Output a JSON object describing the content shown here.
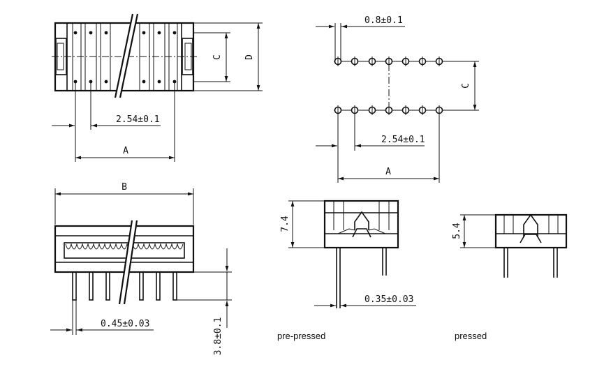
{
  "drawings": {
    "top_view": {
      "pitch_dim": "2.54±0.1",
      "row_dim": "C",
      "overall_dim": "D",
      "length_dim": "A"
    },
    "pin_layout": {
      "pin_dim": "0.8±0.1",
      "row_dim": "C",
      "pitch_dim": "2.54±0.1",
      "length_dim": "A"
    },
    "side_view": {
      "width_dim": "B",
      "lead_dim": "0.45±0.03",
      "height_dim": "3.8±0.1"
    },
    "pre_pressed": {
      "height_dim": "7.4",
      "lead_dim": "0.35±0.03",
      "caption": "pre-pressed"
    },
    "pressed": {
      "height_dim": "5.4",
      "caption": "pressed"
    }
  }
}
